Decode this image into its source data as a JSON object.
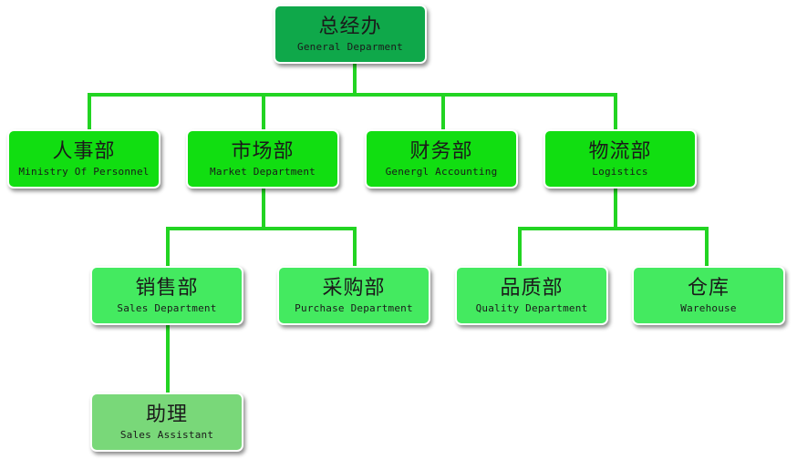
{
  "org_chart": {
    "general": {
      "zh": "总经办",
      "en": "General Deparment"
    },
    "personnel": {
      "zh": "人事部",
      "en": "Ministry Of Personnel"
    },
    "market": {
      "zh": "市场部",
      "en": "Market Department"
    },
    "finance": {
      "zh": "财务部",
      "en": "Genergl Accounting"
    },
    "logistics": {
      "zh": "物流部",
      "en": "Logistics"
    },
    "sales": {
      "zh": "销售部",
      "en": "Sales Department"
    },
    "purchase": {
      "zh": "采购部",
      "en": "Purchase Department"
    },
    "quality": {
      "zh": "品质部",
      "en": "Quality Department"
    },
    "warehouse": {
      "zh": "仓库",
      "en": "Warehouse"
    },
    "assistant": {
      "zh": "助理",
      "en": "Sales Assistant"
    }
  },
  "colors": {
    "level0": "#0fa84a",
    "level1": "#11de11",
    "level2": "#44ea60",
    "level3": "#79d879",
    "connector": "#22d422"
  }
}
